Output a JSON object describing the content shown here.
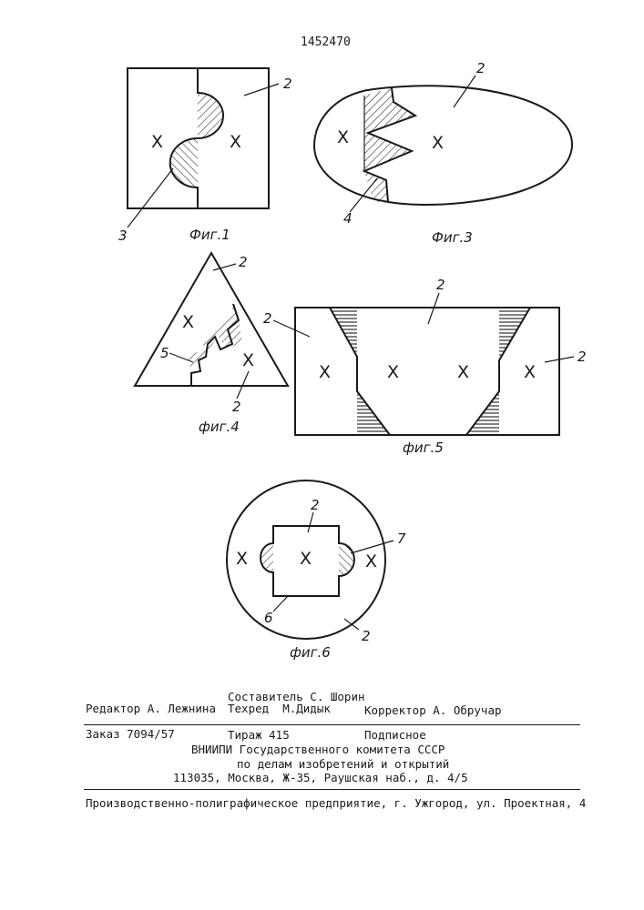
{
  "document": {
    "patent_number": "1452470"
  },
  "figures": {
    "fig1": {
      "caption": "Фиг.1",
      "labels": [
        "2",
        "3"
      ]
    },
    "fig3": {
      "caption": "Фиг.3",
      "labels": [
        "2",
        "4"
      ]
    },
    "fig4": {
      "caption": "фиг.4",
      "labels": [
        "2",
        "5",
        "2"
      ]
    },
    "fig5": {
      "caption": "фиг.5",
      "labels": [
        "2",
        "2",
        "2"
      ]
    },
    "fig6": {
      "caption": "фиг.6",
      "labels": [
        "2",
        "7",
        "6",
        "2"
      ]
    },
    "region_mark": "X"
  },
  "footer": {
    "compiler": "Составитель С. Шорин",
    "editor": "Редактор А. Лежнина",
    "techred": "Техред  М.Дидык",
    "corrector": "Корректор А. Обручар",
    "order": "Заказ 7094/57",
    "circulation": "Тираж 415",
    "subscription": "Подписное",
    "org_line1": "ВНИИПИ Государственного комитета СССР",
    "org_line2": "по делам изобретений и открытий",
    "address": "113035, Москва, Ж-35, Раушская наб., д. 4/5",
    "printer": "Производственно-полиграфическое предприятие, г. Ужгород, ул. Проектная, 4"
  }
}
